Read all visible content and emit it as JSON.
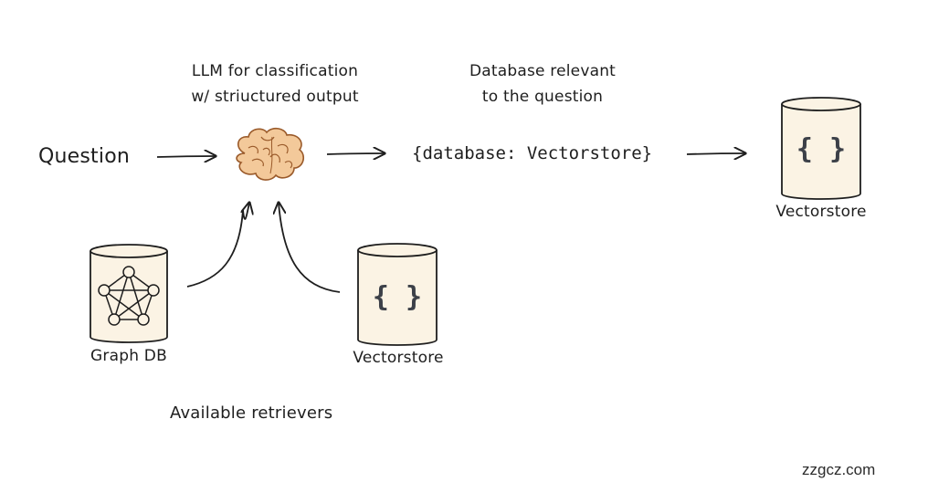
{
  "question_label": "Question",
  "llm_caption": [
    "LLM for classification",
    "w/ striuctured output"
  ],
  "db_caption": [
    "Database relevant",
    "to the question"
  ],
  "output_code": "{database: Vectorstore}",
  "result_store_label": "Vectorstore",
  "retrievers": {
    "graph_label": "Graph DB",
    "vector_label": "Vectorstore",
    "group_label": "Available retrievers"
  },
  "store_icon_text": "{ }",
  "watermark": "zzgcz.com",
  "colors": {
    "cylinder_fill": "#fbf3e4",
    "stroke": "#1e1e1e",
    "brain_fill": "#f3c99a",
    "brain_stroke": "#9a5a2a",
    "braces": "#3c4048"
  },
  "icons": {
    "brain": "brain-icon",
    "graph": "graph-network-icon",
    "braces": "curly-braces-icon"
  }
}
